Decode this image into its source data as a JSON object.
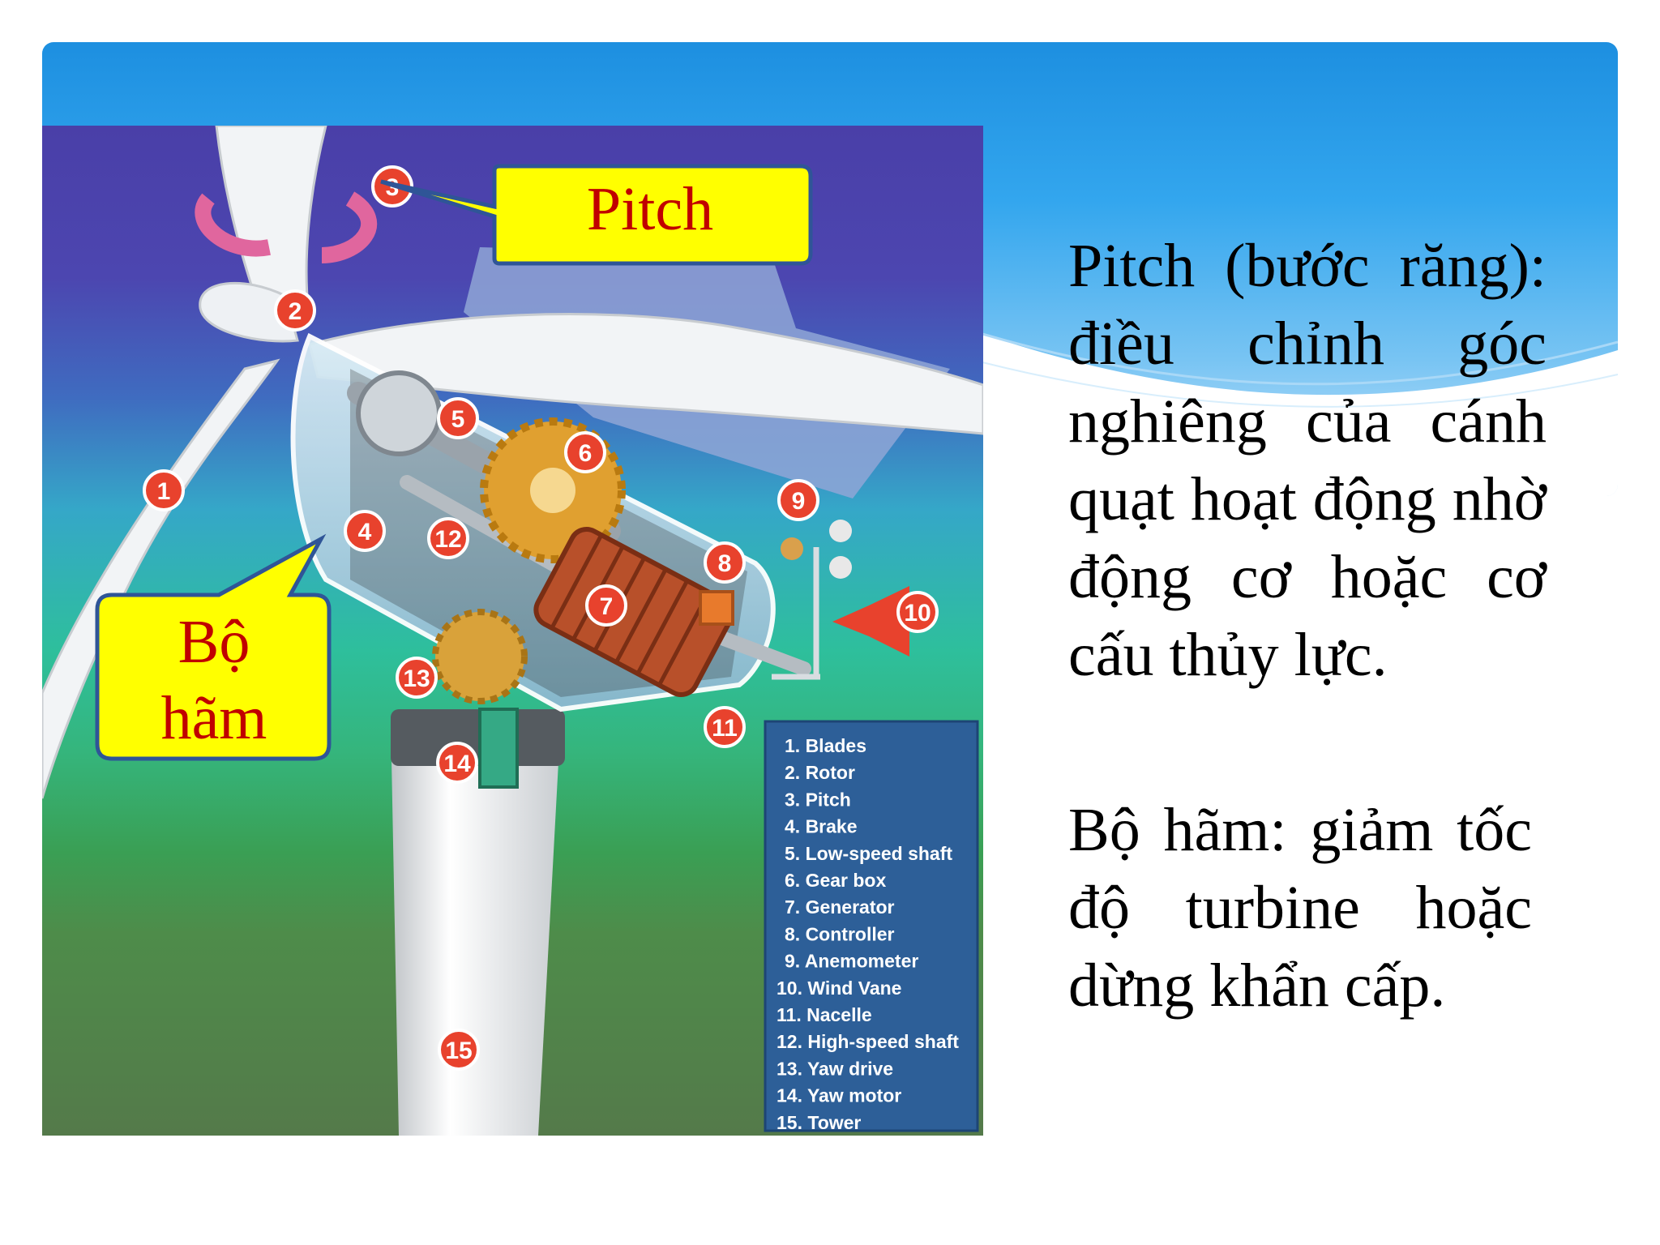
{
  "diagram": {
    "callout_pitch": "Pitch",
    "callout_brake_lines": [
      "Bộ",
      "hãm"
    ],
    "legend": [
      "1. Blades",
      "2. Rotor",
      "3. Pitch",
      "4. Brake",
      "5. Low-speed shaft",
      "6. Gear box",
      "7. Generator",
      "8. Controller",
      "9. Anemometer",
      "10. Wind Vane",
      "11. Nacelle",
      "12. High-speed shaft",
      "13. Yaw drive",
      "14. Yaw motor",
      "15. Tower"
    ],
    "badges": [
      "1",
      "2",
      "3",
      "4",
      "5",
      "6",
      "7",
      "8",
      "9",
      "10",
      "11",
      "12",
      "13",
      "14",
      "15"
    ],
    "colors": {
      "callout_fill": "#ffff00",
      "callout_text": "#c00000",
      "callout_border": "#2f5597",
      "badge": "#e8422d",
      "legend_panel": "#2d5f98"
    }
  },
  "text": {
    "pitch_paragraph": "Pitch (bước răng): điều chỉnh góc nghiêng của cánh quạt hoạt động nhờ động cơ hoặc cơ cấu thủy lực.",
    "brake_paragraph": "Bộ hãm: giảm tốc độ turbine hoặc dừng khẩn cấp."
  }
}
